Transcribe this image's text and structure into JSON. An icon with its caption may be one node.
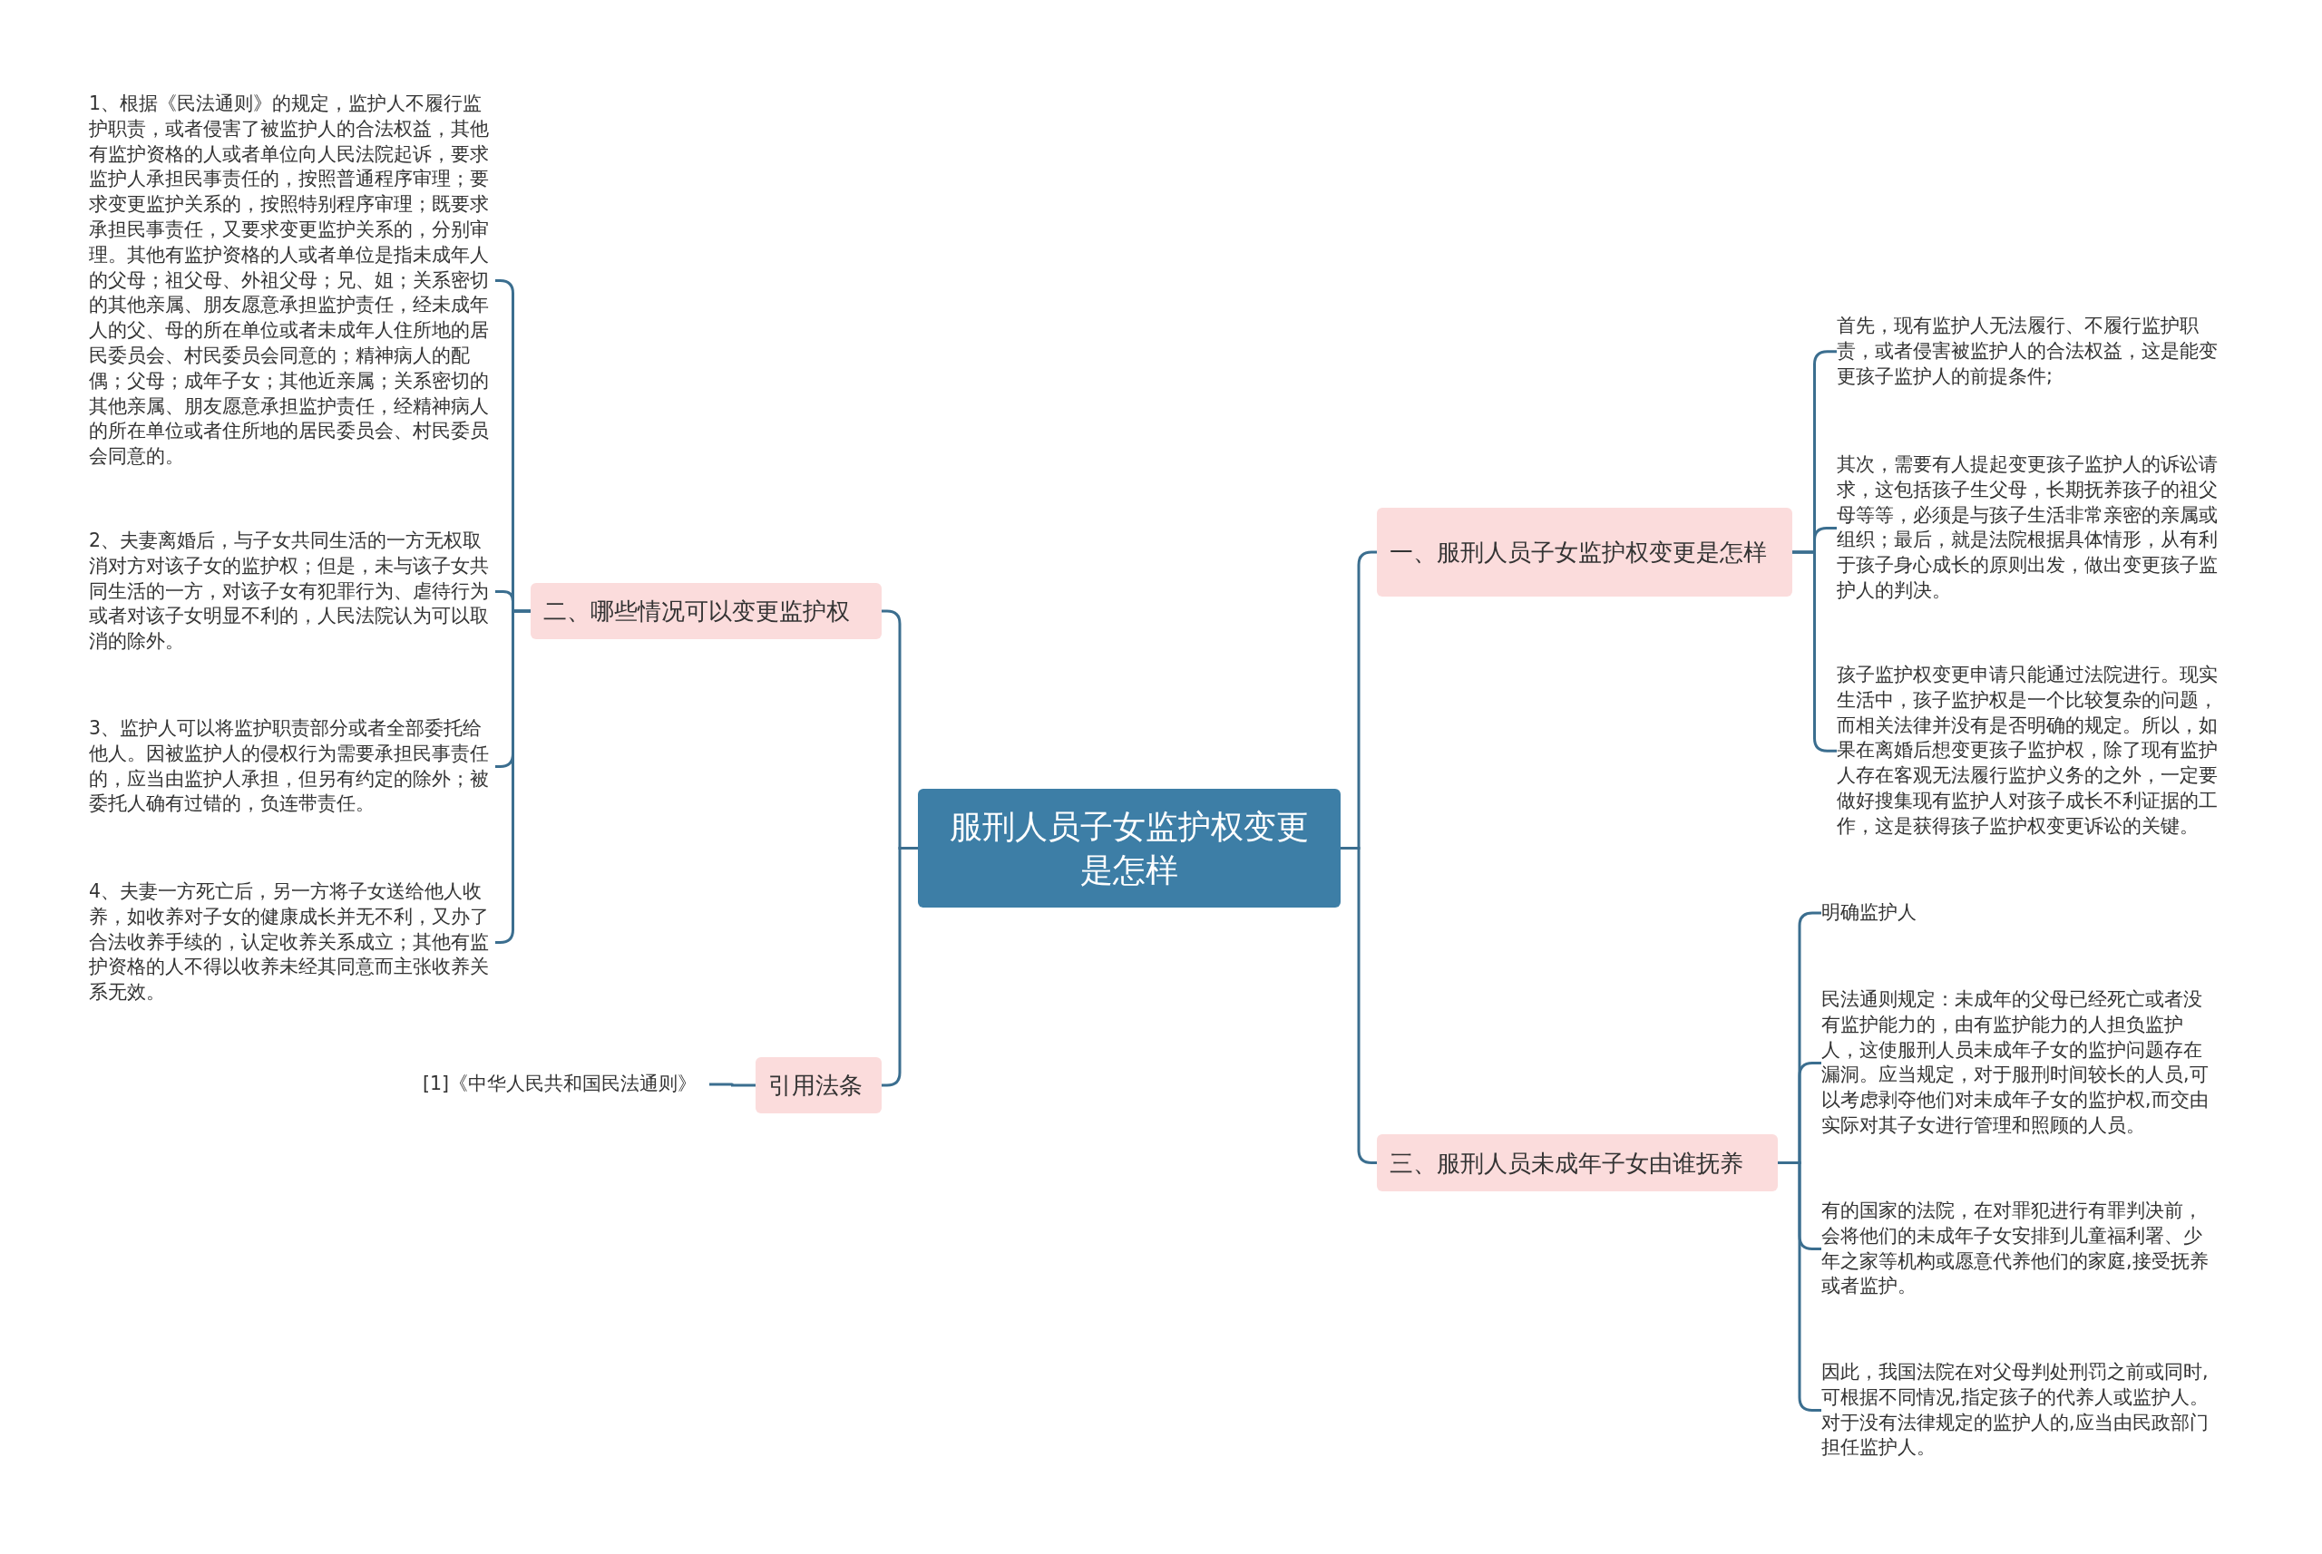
{
  "diagram": {
    "nodes": [
      {
        "text": [
          "服刑人员子女监护权变更是怎样"
        ]
      },
      {
        "text": [
          "一、服刑人员子女监护权变更是怎样"
        ]
      },
      {
        "text": [
          "首先，现有监护人无法履行、不履行监护职责，或者侵害被监护人的合法权益，这是能变更孩子监护人的前提条件;"
        ]
      },
      {
        "text": [
          "其次，需要有人提起变更孩子监护人的诉讼请求，这包括孩子生父母，长期抚养孩子的祖父母等等，必须是与孩子生活非常亲密的亲属或组织；最后，就是法院根据具体情形，从有利于孩子身心成长的原则出发，做出变更孩子监护人的判决。"
        ]
      },
      {
        "text": [
          "孩子监护权变更申请只能通过法院进行。现实生活中，孩子监护权是一个比较复杂的问题，而相关法律并没有是否明确的规定。所以，如果在离婚后想变更孩子监护权，除了现有监护人存在客观无法履行监护义务的之外，一定要做好搜集现有监护人对孩子成长不利证据的工作，这是获得孩子监护权变更诉讼的关键。"
        ]
      },
      {
        "text": [
          "二、哪些情况可以变更监护权"
        ]
      },
      {
        "text": [
          "1、根据《民法通则》的规定，监护人不履行监护职责，或者侵害了被监护人的合法权益，其他有监护资格的人或者单位向人民法院起诉，要求监护人承担民事责任的，按照普通程序审理；要求变更监护关系的，按照特别程序审理；既要求承担民事责任，又要求变更监护关系的，分别审理。其他有监护资格的人或者单位是指未成年人的父母；祖父母、外祖父母；兄、姐；关系密切的其他亲属、朋友愿意承担监护责任，经未成年人的父、母的所在单位或者未成年人住所地的居民委员会、村民委员会同意的；精神病人的配偶；父母；成年子女；其他近亲属；关系密切的其他亲属、朋友愿意承担监护责任，经精神病人的所在单位或者住所地的居民委员会、村民委员会同意的。"
        ]
      },
      {
        "text": [
          "2、夫妻离婚后，与子女共同生活的一方无权取消对方对该子女的监护权；但是，未与该子女共同生活的一方，对该子女有犯罪行为、虐待行为或者对该子女明显不利的，人民法院认为可以取消的除外。"
        ]
      },
      {
        "text": [
          "3、监护人可以将监护职责部分或者全部委托给他人。因被监护人的侵权行为需要承担民事责任的，应当由监护人承担，但另有约定的除外；被委托人确有过错的，负连带责任。"
        ]
      },
      {
        "text": [
          "4、夫妻一方死亡后，另一方将子女送给他人收养，如收养对子女的健康成长并无不利，又办了合法收养手续的，认定收养关系成立；其他有监护资格的人不得以收养未经其同意而主张收养关系无效。"
        ]
      },
      {
        "text": [
          "引用法条"
        ]
      },
      {
        "text": [
          "[1]《中华人民共和国民法通则》"
        ]
      },
      {
        "text": [
          "三、服刑人员未成年子女由谁抚养"
        ]
      },
      {
        "text": [
          "明确监护人"
        ]
      },
      {
        "text": [
          "民法通则规定：未成年的父母已经死亡或者没有监护能力的，由有监护能力的人担负监护人，这使服刑人员未成年子女的监护问题存在漏洞。应当规定，对于服刑时间较长的人员,可以考虑剥夺他们对未成年子女的监护权,而交由实际对其子女进行管理和照顾的人员。"
        ]
      },
      {
        "text": [
          "有的国家的法院，在对罪犯进行有罪判决前，会将他们的未成年子女安排到儿童福利署、少年之家等机构或愿意代养他们的家庭,接受抚养或者监护。"
        ]
      },
      {
        "text": [
          "因此，我国法院在对父母判处刑罚之前或同时,可根据不同情况,指定孩子的代养人或监护人。对于没有法律规定的监护人的,应当由民政部门担任监护人。"
        ]
      }
    ],
    "edges": [
      {
        "from": 0,
        "to": 1,
        "arrow": "none"
      },
      {
        "from": 1,
        "to": 2,
        "arrow": "none"
      },
      {
        "from": 1,
        "to": 3,
        "arrow": "none"
      },
      {
        "from": 1,
        "to": 4,
        "arrow": "none"
      },
      {
        "from": 0,
        "to": 5,
        "arrow": "none"
      },
      {
        "from": 5,
        "to": 6,
        "arrow": "none"
      },
      {
        "from": 5,
        "to": 7,
        "arrow": "none"
      },
      {
        "from": 5,
        "to": 8,
        "arrow": "none"
      },
      {
        "from": 5,
        "to": 9,
        "arrow": "none"
      },
      {
        "from": 0,
        "to": 10,
        "arrow": "none"
      },
      {
        "from": 10,
        "to": 11,
        "arrow": "none"
      },
      {
        "from": 0,
        "to": 12,
        "arrow": "none"
      },
      {
        "from": 12,
        "to": 13,
        "arrow": "none"
      },
      {
        "from": 12,
        "to": 14,
        "arrow": "none"
      },
      {
        "from": 12,
        "to": 15,
        "arrow": "none"
      },
      {
        "from": 12,
        "to": 16,
        "arrow": "none"
      }
    ]
  }
}
